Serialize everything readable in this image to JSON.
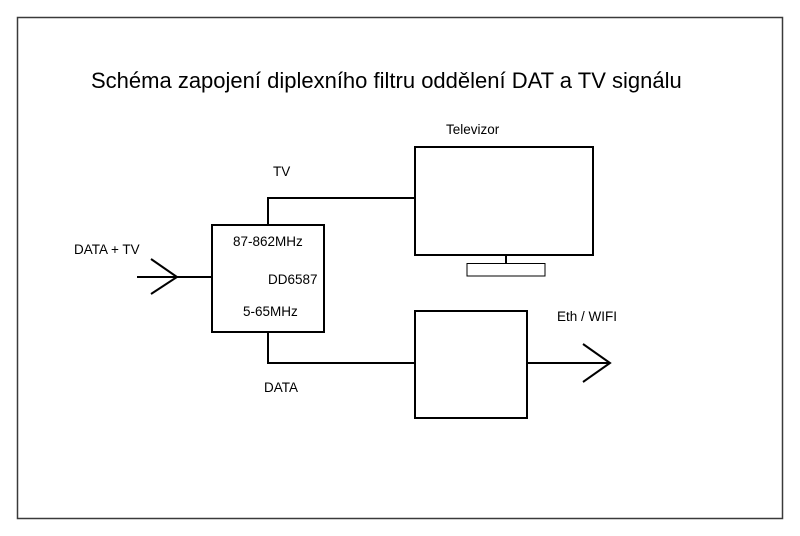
{
  "title": "Schéma zapojení diplexního filtru oddělení DAT a TV signálu",
  "labels": {
    "input": "DATA + TV",
    "tv_wire": "TV",
    "data_wire": "DATA",
    "television": "Televizor",
    "output": "Eth / WIFI"
  },
  "filter": {
    "high_band": "87-862MHz",
    "model": "DD6587",
    "low_band": "5-65MHz"
  },
  "colors": {
    "stroke": "#000000",
    "border": "#3a3a3a",
    "background": "#ffffff"
  }
}
